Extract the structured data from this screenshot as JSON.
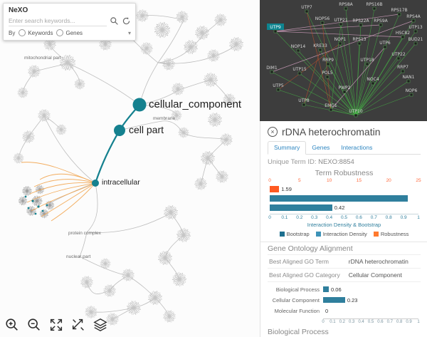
{
  "app": {
    "name": "NeXO"
  },
  "search": {
    "brand": "NeXO",
    "placeholder": "Enter search keywords...",
    "by_label": "By",
    "options": [
      {
        "label": "Keywords",
        "checked": false
      },
      {
        "label": "Genes",
        "checked": false
      }
    ],
    "icons": {
      "search": "search-icon",
      "refresh": "refresh-icon",
      "chevron_down": "▾"
    }
  },
  "tree": {
    "major": [
      "cellular_component",
      "cell part",
      "intracellular"
    ],
    "minor": [
      "mitochondrial part",
      "membrane",
      "protein complex",
      "nuclear part"
    ],
    "accent_color": "#15818f",
    "highlight_edge_color": "#f2a44d"
  },
  "toolbar": {
    "icons": [
      "zoom-in",
      "zoom-out",
      "fit-screen",
      "collapse-expand",
      "layers"
    ]
  },
  "network": {
    "background": "#3d3d3d",
    "hub": 0,
    "highlight": 5,
    "nodes": [
      [
        "UTP10",
        135,
        157
      ],
      [
        "EMG1",
        100,
        149
      ],
      [
        "UTP8",
        62,
        142
      ],
      [
        "UTP5",
        26,
        121
      ],
      [
        "DIM1",
        17,
        96
      ],
      [
        "UTP9",
        22,
        39
      ],
      [
        "UTP7",
        66,
        11
      ],
      [
        "RPS8A",
        121,
        7
      ],
      [
        "RPS16B",
        161,
        7
      ],
      [
        "RPS17B",
        196,
        15
      ],
      [
        "NOP56",
        88,
        27
      ],
      [
        "UTP21",
        114,
        29
      ],
      [
        "RPS22A",
        142,
        30
      ],
      [
        "RPS9A",
        170,
        30
      ],
      [
        "RPS4A",
        216,
        24
      ],
      [
        "UTP13",
        219,
        39
      ],
      [
        "HSC82",
        201,
        47
      ],
      [
        "BUD21",
        219,
        56
      ],
      [
        "NOP14",
        54,
        66
      ],
      [
        "KRE33",
        85,
        65
      ],
      [
        "NOP1",
        113,
        56
      ],
      [
        "RPS13",
        140,
        56
      ],
      [
        "UTP6",
        176,
        61
      ],
      [
        "UTP22",
        195,
        77
      ],
      [
        "UTP18",
        151,
        85
      ],
      [
        "RRP9",
        96,
        85
      ],
      [
        "UTP15",
        56,
        98
      ],
      [
        "POL5",
        95,
        103
      ],
      [
        "RRP7",
        201,
        95
      ],
      [
        "NAN1",
        209,
        109
      ],
      [
        "NOC4",
        159,
        112
      ],
      [
        "PWP2",
        119,
        124
      ],
      [
        "NOP6",
        213,
        128
      ]
    ],
    "extra_edges": [
      [
        5,
        9,
        "pink"
      ],
      [
        5,
        13,
        "pink"
      ],
      [
        5,
        16,
        "pink"
      ],
      [
        4,
        14,
        "pink"
      ],
      [
        1,
        22,
        "pink"
      ],
      [
        1,
        6,
        "red"
      ],
      [
        1,
        10,
        "red"
      ],
      [
        2,
        19,
        "red"
      ],
      [
        3,
        20,
        "red"
      ],
      [
        1,
        11,
        "green"
      ],
      [
        2,
        25,
        "green"
      ]
    ],
    "edge_colors": {
      "green": "#45b045",
      "pink": "#e7aed2",
      "red": "#b5502c"
    }
  },
  "details": {
    "close_icon": "×",
    "title": "rDNA heterochromatin",
    "tabs": [
      {
        "label": "Summary",
        "active": true
      },
      {
        "label": "Genes",
        "active": false
      },
      {
        "label": "Interactions",
        "active": false
      }
    ],
    "term_id_label": "Unique Term ID:",
    "term_id": "NEXO:8854",
    "sections": {
      "robustness": "Term Robustness",
      "go_alignment": "Gene Ontology Alignment",
      "biological_process": "Biological Process"
    },
    "go_table": [
      {
        "key": "Best Aligned GO Term",
        "value": "rDNA heterochromatin"
      },
      {
        "key": "Best Aligned GO Category",
        "value": "Cellular Component"
      }
    ]
  },
  "chart_data": [
    {
      "type": "bar",
      "orientation": "horizontal",
      "title": "Term Robustness",
      "series": [
        {
          "name": "Robustness",
          "value": 1.59,
          "axis": "top",
          "axis_range": [
            0,
            25
          ],
          "color": "#ff5a22"
        },
        {
          "name": "Bootstrap",
          "value": 0.93,
          "axis": "bottom",
          "axis_range": [
            0,
            1
          ],
          "color": "#2f7f9d",
          "label_shown": false
        },
        {
          "name": "Interaction Density",
          "value": 0.42,
          "axis": "bottom",
          "axis_range": [
            0,
            1
          ],
          "color": "#2f7f9d"
        }
      ],
      "top_axis_ticks": [
        0,
        5,
        10,
        15,
        20,
        25
      ],
      "bottom_axis_ticks": [
        0,
        0.1,
        0.2,
        0.3,
        0.4,
        0.5,
        0.6,
        0.7,
        0.8,
        0.9,
        1
      ],
      "bottom_axis_label": "Interaction Density & Bootstrap",
      "legend": [
        "Bootstrap",
        "Interaction Density",
        "Robustness"
      ],
      "legend_position": "bottom"
    },
    {
      "type": "bar",
      "orientation": "horizontal",
      "title": "GO Alignment Score",
      "categories": [
        "Biological Process",
        "Cellular Component",
        "Molecular Function"
      ],
      "values": [
        0.06,
        0.23,
        0
      ],
      "xlim": [
        0,
        1
      ],
      "ticks": [
        0,
        0.1,
        0.2,
        0.3,
        0.4,
        0.5,
        0.6,
        0.7,
        0.8,
        0.9,
        1
      ]
    }
  ]
}
